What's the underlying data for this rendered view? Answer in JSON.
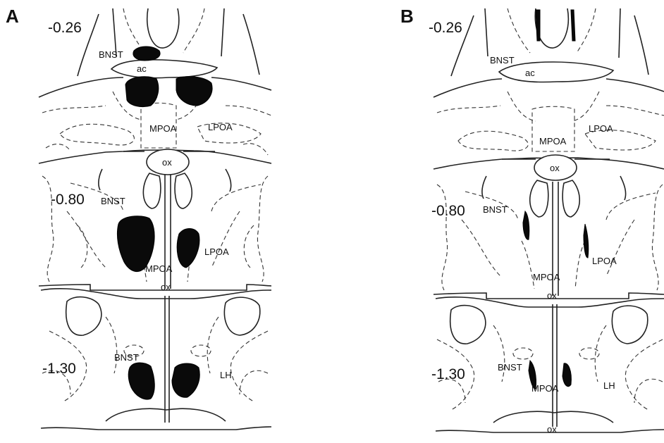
{
  "panels": [
    {
      "letter": "A",
      "sections": [
        {
          "level": "-0.26",
          "labels": {
            "bnst": "BNST",
            "ac": "ac",
            "mpoa": "MPOA",
            "lpoa": "LPOA"
          }
        },
        {
          "level": "-0.80",
          "labels": {
            "ox_top": "ox",
            "bnst": "BNST",
            "mpoa": "MPOA",
            "lpoa": "LPOA",
            "ox_bottom": "ox"
          }
        },
        {
          "level": "-1.30",
          "labels": {
            "bnst": "BNST",
            "lh": "LH"
          }
        }
      ]
    },
    {
      "letter": "B",
      "sections": [
        {
          "level": "-0.26",
          "labels": {
            "bnst": "BNST",
            "ac": "ac",
            "mpoa": "MPOA",
            "lpoa": "LPOA"
          }
        },
        {
          "level": "-0.80",
          "labels": {
            "ox_top": "ox",
            "bnst": "BNST",
            "mpoa": "MPOA",
            "lpoa": "LPOA",
            "ox_bottom": "ox"
          }
        },
        {
          "level": "-1.30",
          "labels": {
            "bnst": "BNST",
            "mpoa": "MPOA",
            "lh": "LH",
            "ox_bottom": "ox"
          }
        }
      ]
    }
  ]
}
